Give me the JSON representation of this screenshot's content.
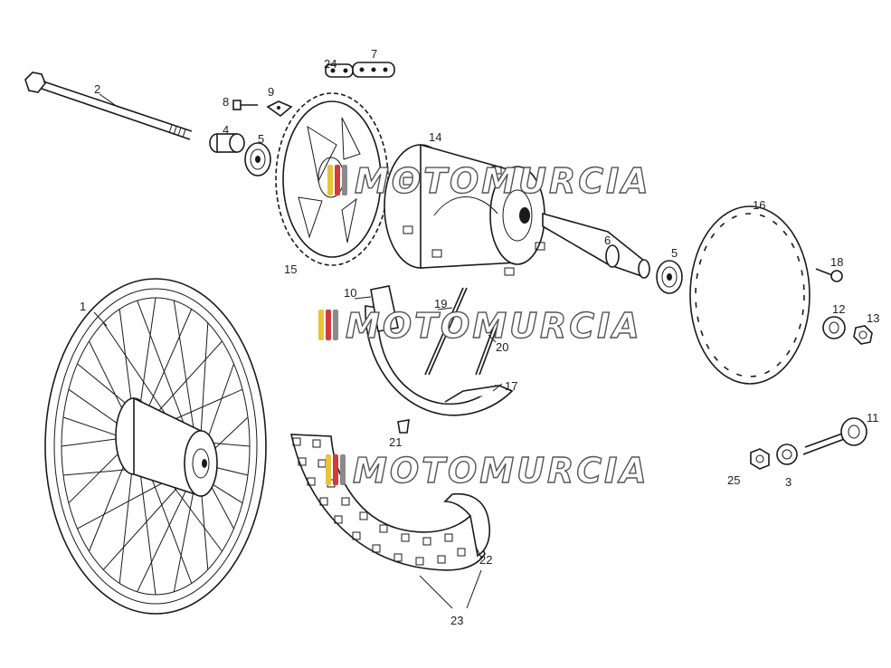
{
  "callouts": [
    "1",
    "2",
    "3",
    "4",
    "5",
    "5",
    "6",
    "7",
    "8",
    "9",
    "10",
    "11",
    "12",
    "13",
    "14",
    "15",
    "16",
    "17",
    "18",
    "19",
    "20",
    "21",
    "22",
    "23",
    "24",
    "25"
  ],
  "watermark": {
    "text": "MOTOMURCIA",
    "colors": [
      "#e8c33c",
      "#d23b3b",
      "#8a8a8a"
    ]
  }
}
